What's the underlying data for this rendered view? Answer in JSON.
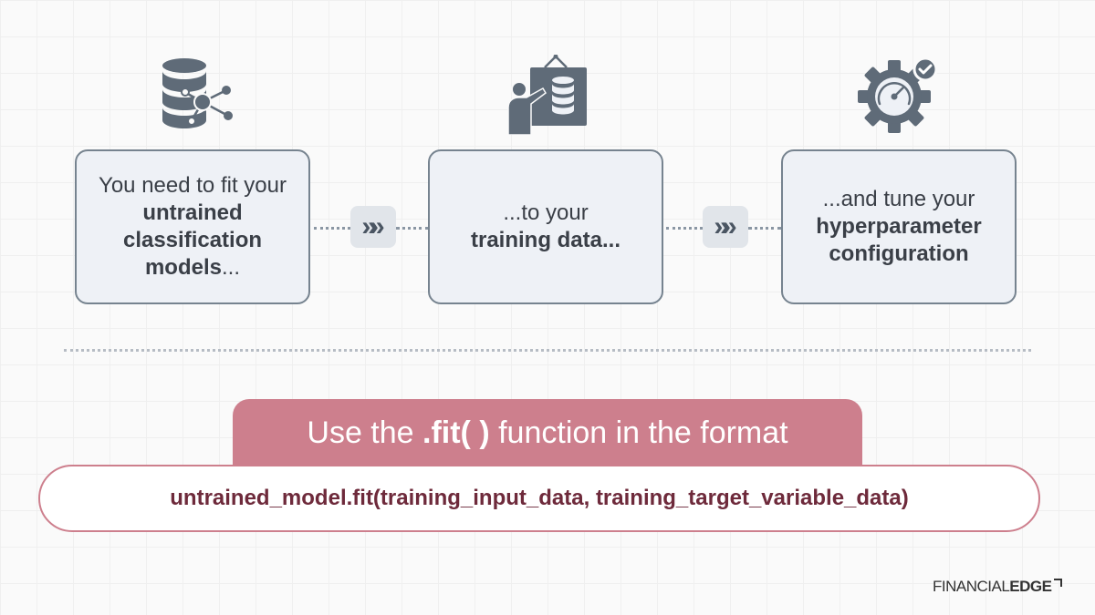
{
  "steps": [
    {
      "icon": "database-network-icon",
      "text_plain": "You need to fit your ",
      "text_bold": "untrained classification models",
      "text_tail": "..."
    },
    {
      "icon": "presenter-database-icon",
      "text_plain": "...to your ",
      "text_bold": "training data",
      "text_tail": "..."
    },
    {
      "icon": "gear-gauge-check-icon",
      "text_plain": "...and tune your ",
      "text_bold": "hyperparameter configuration",
      "text_tail": ""
    }
  ],
  "connector": {
    "glyph": "»"
  },
  "format_header": {
    "pre": "Use the ",
    "bold": ".fit( )",
    "post": " function in the format"
  },
  "code": "untrained_model.fit(training_input_data, training_target_variable_data)",
  "brand": {
    "part1": "FINANCIAL",
    "part2": "EDGE"
  },
  "colors": {
    "accent": "#cd7f8d",
    "box_border": "#76838f",
    "box_fill": "#eef1f6",
    "code_text": "#6e2a3b",
    "icon": "#5f6b78"
  }
}
